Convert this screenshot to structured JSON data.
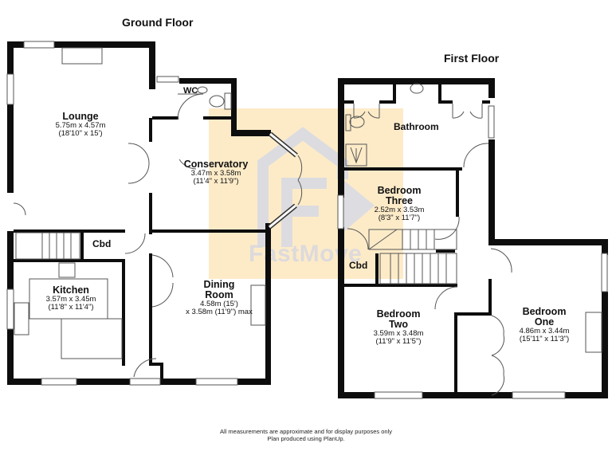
{
  "ground_floor": {
    "title": "Ground Floor",
    "rooms": {
      "lounge": {
        "name": "Lounge",
        "dim_m": "5.75m x 4.57m",
        "dim_ft": "(18'10\" x 15')"
      },
      "wc": {
        "name": "WC"
      },
      "conservatory": {
        "name": "Conservatory",
        "dim_m": "3.47m x 3.58m",
        "dim_ft": "(11'4\" x 11'9\")"
      },
      "cbd": {
        "name": "Cbd"
      },
      "kitchen": {
        "name": "Kitchen",
        "dim_m": "3.57m x 3.45m",
        "dim_ft": "(11'8\" x 11'4\")"
      },
      "dining": {
        "name_line1": "Dining",
        "name_line2": "Room",
        "dim_m": "4.58m (15')",
        "dim_ft": "x 3.58m (11'9\") max"
      }
    }
  },
  "first_floor": {
    "title": "First Floor",
    "rooms": {
      "bathroom": {
        "name": "Bathroom"
      },
      "bedroom_three": {
        "name_line1": "Bedroom",
        "name_line2": "Three",
        "dim_m": "2.52m x 3.53m",
        "dim_ft": "(8'3\" x 11'7\")"
      },
      "cbd": {
        "name": "Cbd"
      },
      "bedroom_two": {
        "name_line1": "Bedroom",
        "name_line2": "Two",
        "dim_m": "3.59m x 3.48m",
        "dim_ft": "(11'9\" x 11'5\")"
      },
      "bedroom_one": {
        "name_line1": "Bedroom",
        "name_line2": "One",
        "dim_m": "4.86m x 3.44m",
        "dim_ft": "(15'11\" x 11'3\")"
      }
    }
  },
  "watermark": {
    "text": "FastMove",
    "band_color": "#fdebc8",
    "logo_color": "#d9dbe3"
  },
  "footer": {
    "line1": "All measurements are approximate and for display purposes only",
    "line2": "Plan produced using PlanUp."
  },
  "colors": {
    "wall": "#0d0d0d",
    "line": "#555555",
    "background": "#ffffff"
  }
}
